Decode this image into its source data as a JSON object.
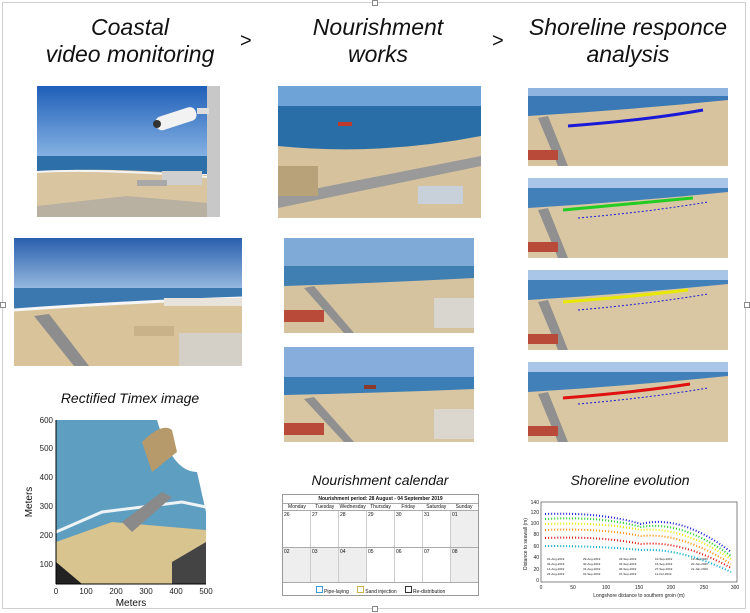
{
  "headers": {
    "col1": [
      "Coastal",
      "video monitoring"
    ],
    "col2": [
      "Nourishment",
      "works"
    ],
    "col3": [
      "Shoreline responce",
      "analysis"
    ],
    "arrow1": ">",
    "arrow2": ">"
  },
  "captions": {
    "rectified": "Rectified Timex image",
    "calendar": "Nourishment calendar",
    "evolution": "Shoreline evolution"
  },
  "rectified_plot": {
    "x_label": "Meters",
    "y_label": "Meters",
    "x_ticks": [
      "0",
      "100",
      "200",
      "300",
      "400",
      "500"
    ],
    "y_ticks": [
      "100",
      "200",
      "300",
      "400",
      "500",
      "600"
    ]
  },
  "calendar": {
    "title": "Nourishment period: 28 August - 04 September 2019",
    "days": [
      "Monday",
      "Tuesday",
      "Wednesday",
      "Thursday",
      "Friday",
      "Saturday",
      "Sunday"
    ],
    "week1": [
      "26",
      "27",
      "28",
      "29",
      "30",
      "31",
      "01"
    ],
    "week2": [
      "02",
      "03",
      "04",
      "05",
      "06",
      "07",
      "08"
    ],
    "legend": [
      "Pipe-laying",
      "Sand injection",
      "Re-distribution"
    ]
  },
  "evolution_plot": {
    "x_label": "Longshore distance to southern groin (m)",
    "y_label": "Distance to seawall (m)",
    "x_ticks": [
      "0",
      "50",
      "100",
      "150",
      "200",
      "250",
      "300"
    ],
    "y_ticks": [
      "0",
      "20",
      "40",
      "60",
      "80",
      "100",
      "120",
      "140"
    ],
    "legend": [
      "01-Aug-2019",
      "04-Aug-2019",
      "14-Aug-2019",
      "24-Aug-2019",
      "29-Aug-2019",
      "30-Aug-2019",
      "31-Aug-2019",
      "01-Sep-2019",
      "02-Sep-2019",
      "04-Sep-2019",
      "06-Sep-2019",
      "07-Sep-2019",
      "10-Sep-2019",
      "16-Sep-2019",
      "27-Sep-2019",
      "11-Oct-2019",
      "13-Jan-2020",
      "20-Jan-2020",
      "21-Jan-2020"
    ]
  },
  "colors": {
    "shoreline_blue": "#1a1ad6",
    "shoreline_green": "#22cc22",
    "shoreline_yellow": "#e8e800",
    "shoreline_red": "#e01010"
  }
}
